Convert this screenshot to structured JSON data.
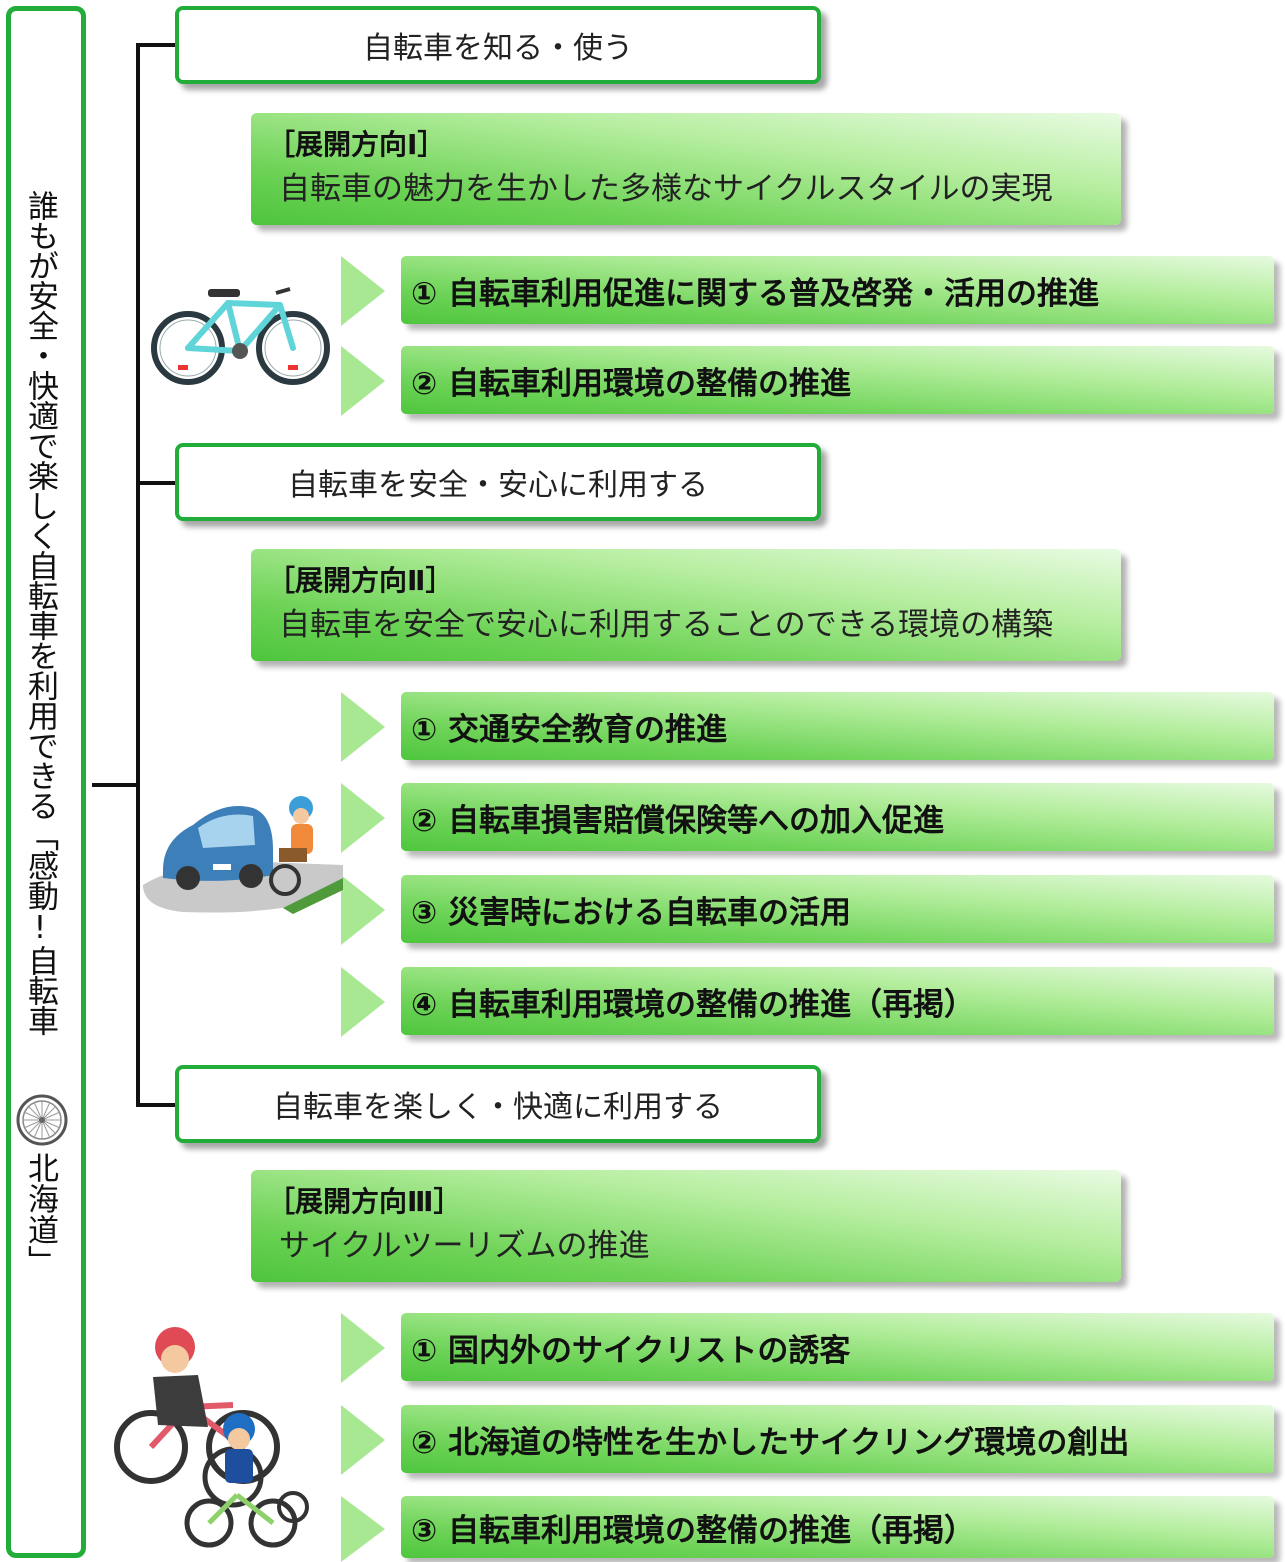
{
  "vision": {
    "text": "誰もが安全・快適で楽しく自転車を利用できる「感動!自転車",
    "text_tail": "北海道」"
  },
  "categories": [
    {
      "label": "自転車を知る・使う"
    },
    {
      "label": "自転車を安全・安心に利用する"
    },
    {
      "label": "自転車を楽しく・快適に利用する"
    }
  ],
  "directions": [
    {
      "label": "［展開方向Ⅰ］",
      "title": "自転車の魅力を生かした多様なサイクルスタイルの実現"
    },
    {
      "label": "［展開方向Ⅱ］",
      "title": "自転車を安全で安心に利用することのできる環境の構築"
    },
    {
      "label": "［展開方向Ⅲ］",
      "title": "サイクルツーリズムの推進"
    }
  ],
  "measures": [
    [
      "① 自転車利用促進に関する普及啓発・活用の推進",
      "② 自転車利用環境の整備の推進"
    ],
    [
      "① 交通安全教育の推進",
      "② 自転車損害賠償保険等への加入促進",
      "③ 災害時における自転車の活用",
      "④ 自転車利用環境の整備の推進（再掲）"
    ],
    [
      "① 国内外のサイクリストの誘客",
      "② 北海道の特性を生かしたサイクリング環境の創出",
      "③ 自転車利用環境の整備の推進（再掲）"
    ]
  ],
  "colors": {
    "accent_green": "#22ad3b",
    "box_gradient_dark": "#4ec53d",
    "box_gradient_light": "#e8fbe2"
  },
  "illustrations": [
    "bicycle-illustration",
    "car-and-cyclist-illustration",
    "family-cycling-illustration"
  ]
}
